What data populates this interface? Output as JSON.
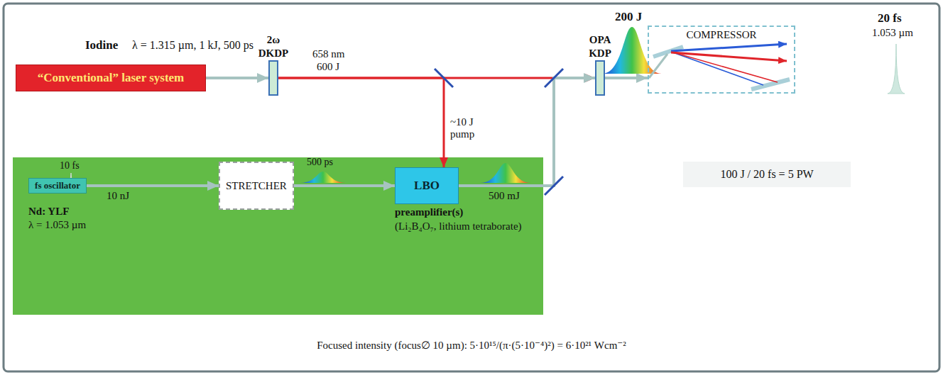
{
  "diagram": {
    "nodes": [
      {
        "text": [
          "“Conventional” laser system"
        ]
      },
      {
        "text": [
          "2ω",
          "DKDP"
        ]
      },
      {
        "text": [
          "OPA",
          "KDP"
        ]
      },
      {
        "text": [
          "COMPRESSOR"
        ]
      },
      {
        "text": [
          "fs oscillator"
        ]
      },
      {
        "text": [
          "STRETCHER"
        ]
      },
      {
        "text": [
          "LBO",
          "preamplifier(s)",
          "(Li₂B₄O₇, lithium tetraborate)"
        ]
      },
      {
        "text": [
          "100 J / 20 fs = 5 PW"
        ]
      }
    ],
    "edges": [
      {
        "from": 0,
        "to": 1,
        "arrow": "to"
      },
      {
        "from": 1,
        "to": 6,
        "label": "~10 J pump",
        "arrow": "to"
      },
      {
        "from": 1,
        "to": 2,
        "arrow": "to"
      },
      {
        "from": 4,
        "to": 5,
        "label": "10 nJ",
        "arrow": "to"
      },
      {
        "from": 5,
        "to": 6,
        "arrow": "to"
      },
      {
        "from": 6,
        "to": 2,
        "label": "500 mJ",
        "arrow": "to"
      },
      {
        "from": 2,
        "to": 3,
        "arrow": "to"
      }
    ],
    "labels": [
      "Iodine",
      "λ = 1.315 µm, 1 kJ, 500 ps",
      "658 nm",
      "600 J",
      "200 J",
      "20 fs",
      "1.053 µm",
      "10 fs",
      "Nd: YLF",
      "λ = 1.053 µm",
      "500 ps",
      "Focused intensity (focus∅ 10 µm): 5·10¹⁵/(π·(5·10⁻⁴)²) = 6·10²¹ Wcm⁻²"
    ]
  }
}
